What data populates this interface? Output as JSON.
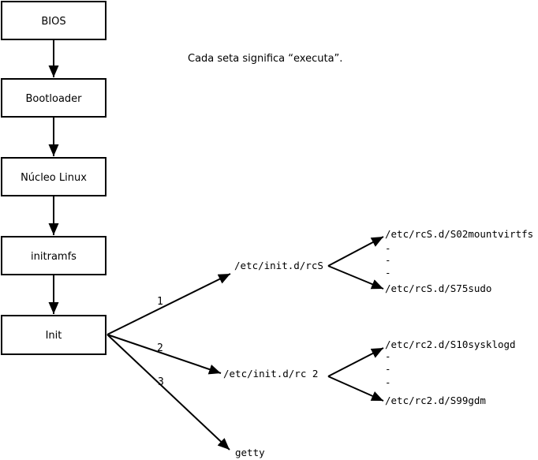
{
  "note": "Cada seta significa “executa”.",
  "chain": [
    {
      "label": "BIOS"
    },
    {
      "label": "Bootloader"
    },
    {
      "label": "Núcleo Linux"
    },
    {
      "label": "initramfs"
    },
    {
      "label": "Init"
    }
  ],
  "fanout": [
    {
      "number": "1",
      "target": "/etc/init.d/rcS"
    },
    {
      "number": "2",
      "target": "/etc/init.d/rc 2"
    },
    {
      "number": "3",
      "target": "getty"
    }
  ],
  "rcS_scripts": {
    "first": "/etc/rcS.d/S02mountvirtfs",
    "dots": [
      "-",
      "-",
      "-"
    ],
    "last": "/etc/rcS.d/S75sudo"
  },
  "rc2_scripts": {
    "first": "/etc/rc2.d/S10sysklogd",
    "dots": [
      "-",
      "-",
      "-"
    ],
    "last": "/etc/rc2.d/S99gdm"
  },
  "colors": {
    "line": "#000000",
    "background": "#ffffff"
  }
}
